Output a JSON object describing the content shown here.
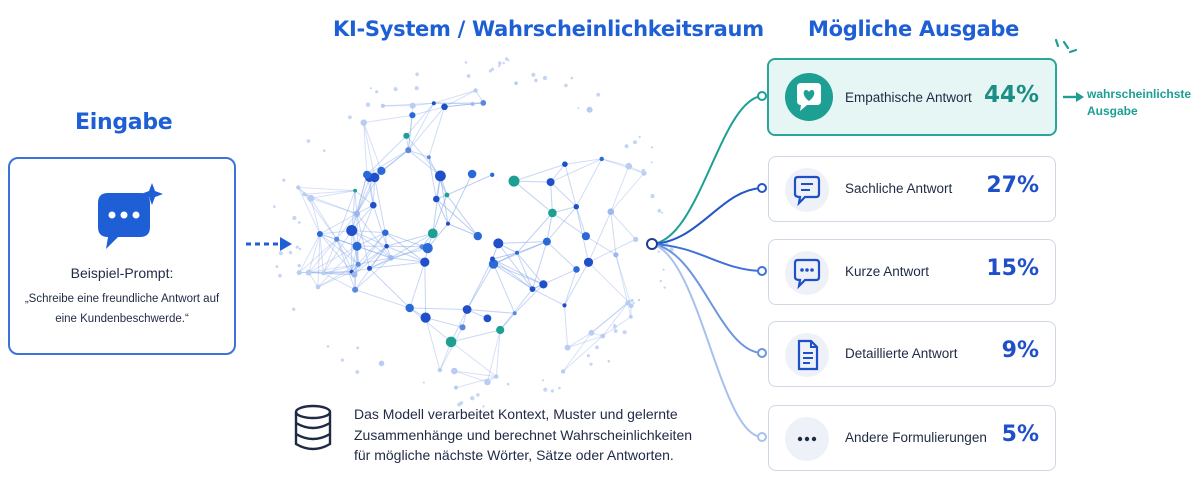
{
  "headings": {
    "input": "Eingabe",
    "system": "KI-System / Wahrscheinlichkeitsraum",
    "output": "Mögliche Ausgabe"
  },
  "input": {
    "prompt_label": "Beispiel-Prompt:",
    "prompt_text": "„Schreibe eine freundliche Antwort auf eine Kundenbeschwerde.“"
  },
  "system": {
    "description": "Das Modell verarbeitet Kontext, Muster und gelernte Zusammenhänge und berechnet Wahrscheinlichkeiten für mögliche nächste Wörter, Sätze oder Antworten."
  },
  "outputs": [
    {
      "label": "Empathische Antwort",
      "percent": "44%",
      "icon": "heart-chat-icon"
    },
    {
      "label": "Sachliche Antwort",
      "percent": "27%",
      "icon": "text-chat-icon"
    },
    {
      "label": "Kurze Antwort",
      "percent": "15%",
      "icon": "dots-chat-icon"
    },
    {
      "label": "Detaillierte Antwort",
      "percent": "9%",
      "icon": "document-icon"
    },
    {
      "label": "Andere Formulierungen",
      "percent": "5%",
      "icon": "ellipsis-icon"
    }
  ],
  "highlight": {
    "label_line1": "wahrscheinlichste",
    "label_line2": "Ausgabe"
  },
  "colors": {
    "primary_blue": "#1f5fd6",
    "teal": "#1e9f94",
    "teal_light_bg": "#e6f6f4"
  }
}
